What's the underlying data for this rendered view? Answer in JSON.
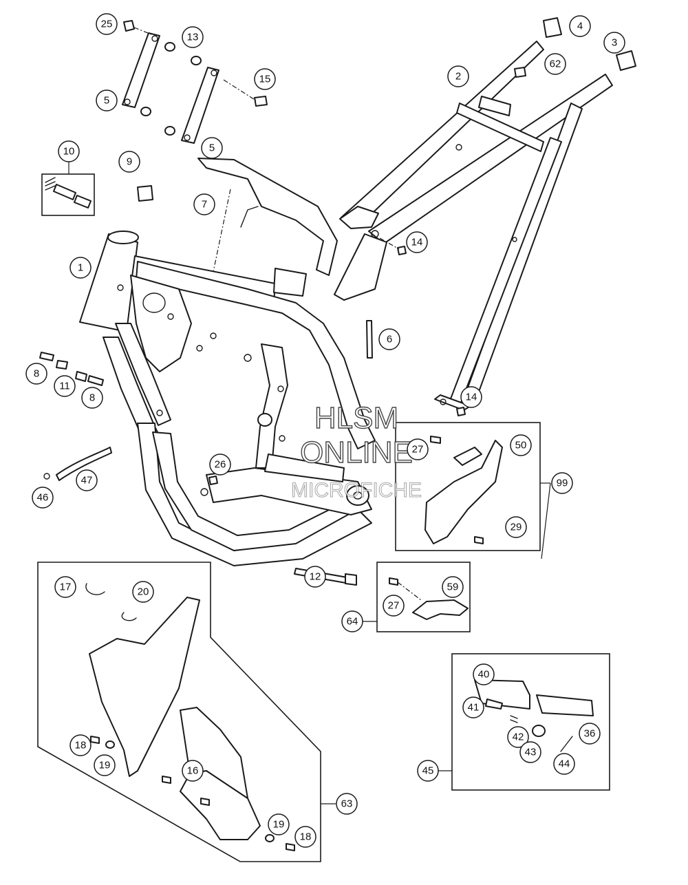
{
  "watermark": {
    "line1": "HLSM",
    "line2": "ONLINE",
    "line3": "MICROFICHE"
  },
  "callouts": [
    {
      "id": "c25",
      "label": "25"
    },
    {
      "id": "c4",
      "label": "4"
    },
    {
      "id": "c13",
      "label": "13"
    },
    {
      "id": "c3",
      "label": "3"
    },
    {
      "id": "c62",
      "label": "62"
    },
    {
      "id": "c2",
      "label": "2"
    },
    {
      "id": "c15",
      "label": "15"
    },
    {
      "id": "c5a",
      "label": "5"
    },
    {
      "id": "c5b",
      "label": "5"
    },
    {
      "id": "c10",
      "label": "10"
    },
    {
      "id": "c9",
      "label": "9"
    },
    {
      "id": "c7",
      "label": "7"
    },
    {
      "id": "c14a",
      "label": "14"
    },
    {
      "id": "c1",
      "label": "1"
    },
    {
      "id": "c6",
      "label": "6"
    },
    {
      "id": "c8a",
      "label": "8"
    },
    {
      "id": "c11",
      "label": "11"
    },
    {
      "id": "c8b",
      "label": "8"
    },
    {
      "id": "c14b",
      "label": "14"
    },
    {
      "id": "c27a",
      "label": "27"
    },
    {
      "id": "c50",
      "label": "50"
    },
    {
      "id": "c26",
      "label": "26"
    },
    {
      "id": "c47",
      "label": "47"
    },
    {
      "id": "c46",
      "label": "46"
    },
    {
      "id": "c99",
      "label": "99"
    },
    {
      "id": "c29",
      "label": "29"
    },
    {
      "id": "c12",
      "label": "12"
    },
    {
      "id": "c17",
      "label": "17"
    },
    {
      "id": "c20",
      "label": "20"
    },
    {
      "id": "c59",
      "label": "59"
    },
    {
      "id": "c27b",
      "label": "27"
    },
    {
      "id": "c64",
      "label": "64"
    },
    {
      "id": "c40",
      "label": "40"
    },
    {
      "id": "c41",
      "label": "41"
    },
    {
      "id": "c36",
      "label": "36"
    },
    {
      "id": "c42",
      "label": "42"
    },
    {
      "id": "c43",
      "label": "43"
    },
    {
      "id": "c44",
      "label": "44"
    },
    {
      "id": "c45",
      "label": "45"
    },
    {
      "id": "c18a",
      "label": "18"
    },
    {
      "id": "c19a",
      "label": "19"
    },
    {
      "id": "c16",
      "label": "16"
    },
    {
      "id": "c63",
      "label": "63"
    },
    {
      "id": "c19b",
      "label": "19"
    },
    {
      "id": "c18b",
      "label": "18"
    }
  ]
}
